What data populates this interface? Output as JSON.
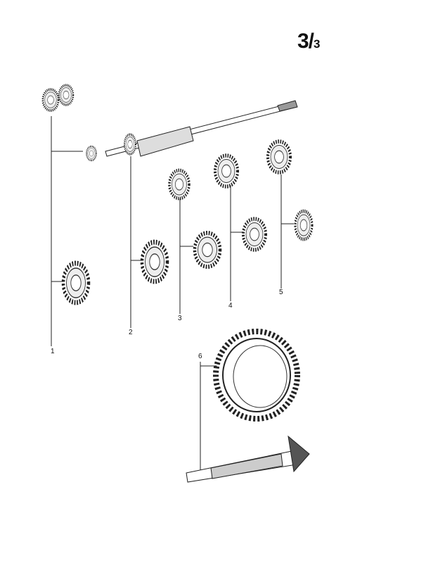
{
  "page_number": {
    "main": "3/",
    "sub": "3"
  },
  "callouts": [
    {
      "label": "1"
    },
    {
      "label": "2"
    },
    {
      "label": "3"
    },
    {
      "label": "4"
    },
    {
      "label": "5"
    },
    {
      "label": "6"
    }
  ]
}
